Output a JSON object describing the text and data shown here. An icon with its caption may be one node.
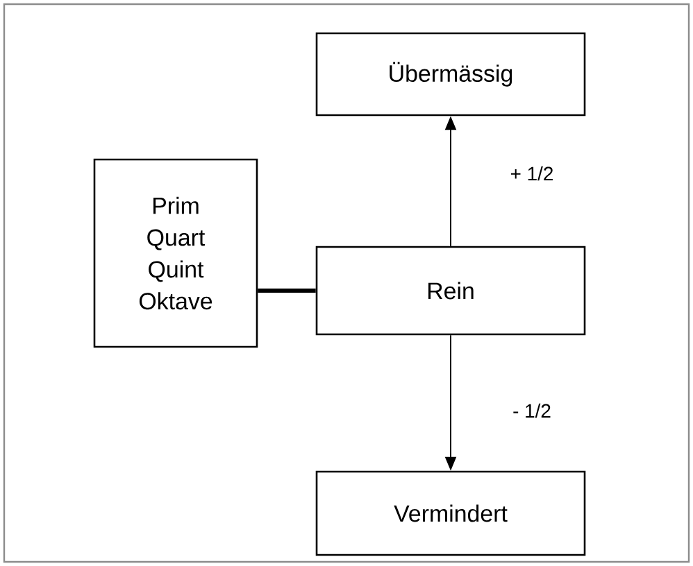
{
  "diagram": {
    "nodes": [
      {
        "text": [
          "Übermässig"
        ]
      },
      {
        "text": [
          "Prim",
          "Quart",
          "Quint",
          "Oktave"
        ]
      },
      {
        "text": [
          "Rein"
        ]
      },
      {
        "text": [
          "Vermindert"
        ]
      }
    ],
    "edges": [
      {
        "from": 2,
        "to": 0,
        "arrow": "to",
        "label": "+ 1/2"
      },
      {
        "from": 2,
        "to": 3,
        "arrow": "to",
        "label": "- 1/2"
      },
      {
        "from": 1,
        "to": 2,
        "arrow": "none",
        "style": "thick"
      }
    ]
  }
}
